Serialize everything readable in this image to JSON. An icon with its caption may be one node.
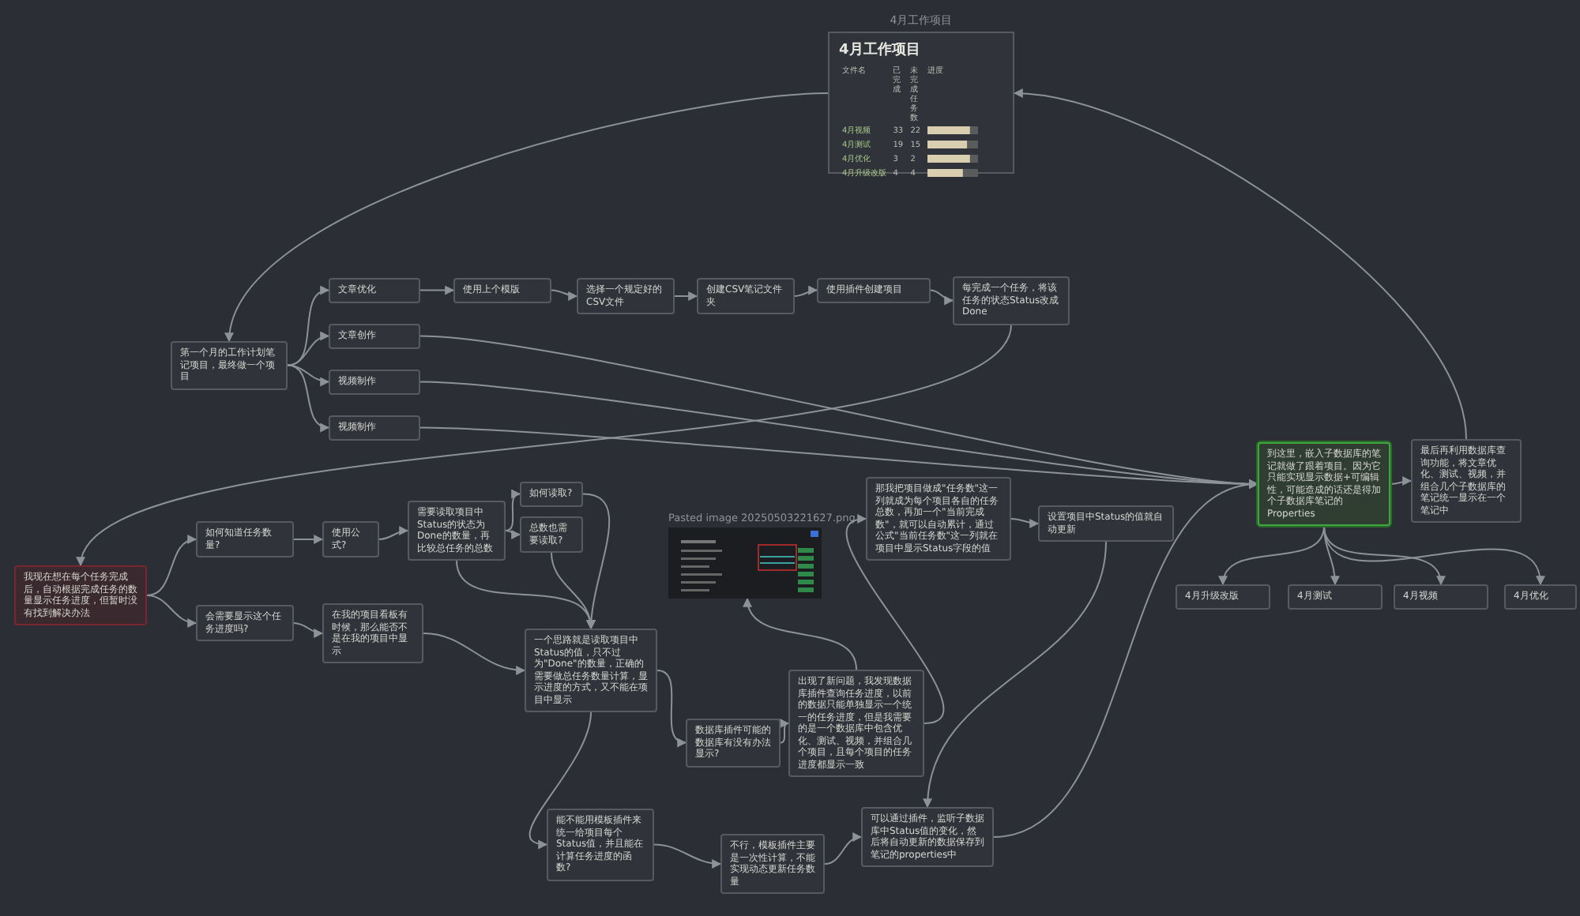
{
  "diagram": {
    "nodes": [
      {
        "text": [
          "4月工作项目",
          "4月工作项目",
          "文件名",
          "已完成",
          "未完成任务数",
          "进度",
          "4月视频",
          "33",
          "22",
          "4月测试",
          "19",
          "15",
          "4月优化",
          "3",
          "2",
          "4月升级改版",
          "4",
          "4"
        ]
      },
      {
        "text": [
          "第一个月的工作计划笔记项目，最终做一个项目"
        ]
      },
      {
        "text": [
          "文章优化"
        ]
      },
      {
        "text": [
          "使用上个模版"
        ]
      },
      {
        "text": [
          "选择一个规定好的CSV文件"
        ]
      },
      {
        "text": [
          "创建CSV笔记文件夹"
        ]
      },
      {
        "text": [
          "使用插件创建项目"
        ]
      },
      {
        "text": [
          "每完成一个任务，将该任务的状态Status改成Done"
        ]
      },
      {
        "text": [
          "文章创作"
        ]
      },
      {
        "text": [
          "视频制作"
        ]
      },
      {
        "text": [
          "视频制作"
        ]
      },
      {
        "text": [
          "到这里，嵌入子数据库的笔记就做了跟着项目。因为它只能实现显示数据+可编辑性，可能造成的话还是得加个子数据库笔记的Properties"
        ]
      },
      {
        "text": [
          "最后再利用数据库查询功能，将文章优化、测试、视频，并组合几个子数据库的笔记统一显示在一个笔记中"
        ]
      },
      {
        "text": [
          "4月升级改版"
        ]
      },
      {
        "text": [
          "4月测试"
        ]
      },
      {
        "text": [
          "4月视频"
        ]
      },
      {
        "text": [
          "4月优化"
        ]
      },
      {
        "text": [
          "我现在想在每个任务完成后，自动根据完成任务的数量显示任务进度，但暂时没有找到解决办法"
        ]
      },
      {
        "text": [
          "如何知道任务数量?"
        ]
      },
      {
        "text": [
          "使用公式?"
        ]
      },
      {
        "text": [
          "需要读取项目中Status的状态为Done的数量，再比较总任务的总数"
        ]
      },
      {
        "text": [
          "如何读取?"
        ]
      },
      {
        "text": [
          "总数也需要读取?"
        ]
      },
      {
        "text": [
          "会需要显示这个任务进度吗?"
        ]
      },
      {
        "text": [
          "在我的项目看板有时候，那么能否不是在我的项目中显示"
        ]
      },
      {
        "text": [
          "一个思路就是读取项目中Status的值，只不过为\"Done\"的数量，正确的需要做总任务数量计算，显示进度的方式，又不能在项目中显示"
        ]
      },
      {
        "text": [
          "Pasted image 20250503221627.png"
        ]
      },
      {
        "text": [
          "数据库插件可能的数据库有没有办法显示?"
        ]
      },
      {
        "text": [
          "出现了新问题，我发现数据库插件查询任务进度，以前的数据只能单独显示一个统一的任务进度，但是我需要的是一个数据库中包含优化、测试、视频，并组合几个项目，且每个项目的任务进度都显示一致"
        ]
      },
      {
        "text": [
          "那我把项目做成\"任务数\"这一列就成为每个项目各自的任务总数，再加一个\"当前完成数\"，就可以自动累计，通过公式\"当前任务数\"这一列就在项目中显示Status字段的值"
        ]
      },
      {
        "text": [
          "设置项目中Status的值就自动更新"
        ]
      },
      {
        "text": [
          "能不能用模板插件来统一给项目每个Status值，并且能在计算任务进度的函数?"
        ]
      },
      {
        "text": [
          "不行，模板插件主要是一次性计算，不能实现动态更新任务数量"
        ]
      },
      {
        "text": [
          "可以通过插件，监听子数据库中Status值的变化，然后将自动更新的数据保存到笔记的properties中"
        ]
      }
    ],
    "edges": [
      {
        "from": 0,
        "to": 1,
        "arrow": "to"
      },
      {
        "from": 1,
        "to": 2,
        "arrow": "to"
      },
      {
        "from": 1,
        "to": 8,
        "arrow": "to"
      },
      {
        "from": 1,
        "to": 9,
        "arrow": "to"
      },
      {
        "from": 1,
        "to": 10,
        "arrow": "to"
      },
      {
        "from": 2,
        "to": 3,
        "arrow": "to"
      },
      {
        "from": 3,
        "to": 4,
        "arrow": "to"
      },
      {
        "from": 4,
        "to": 5,
        "arrow": "to"
      },
      {
        "from": 5,
        "to": 6,
        "arrow": "to"
      },
      {
        "from": 6,
        "to": 7,
        "arrow": "to"
      },
      {
        "from": 7,
        "to": 17,
        "arrow": "to"
      },
      {
        "from": 8,
        "to": 11,
        "arrow": "to"
      },
      {
        "from": 9,
        "to": 11,
        "arrow": "to"
      },
      {
        "from": 10,
        "to": 11,
        "arrow": "to"
      },
      {
        "from": 11,
        "to": 12,
        "arrow": "to"
      },
      {
        "from": 12,
        "to": 0,
        "arrow": "to"
      },
      {
        "from": 11,
        "to": 13,
        "arrow": "to"
      },
      {
        "from": 11,
        "to": 14,
        "arrow": "to"
      },
      {
        "from": 11,
        "to": 15,
        "arrow": "to"
      },
      {
        "from": 11,
        "to": 16,
        "arrow": "to"
      },
      {
        "from": 17,
        "to": 18,
        "arrow": "to"
      },
      {
        "from": 17,
        "to": 23,
        "arrow": "to"
      },
      {
        "from": 18,
        "to": 19,
        "arrow": "to"
      },
      {
        "from": 19,
        "to": 20,
        "arrow": "to"
      },
      {
        "from": 20,
        "to": 21,
        "arrow": "to"
      },
      {
        "from": 20,
        "to": 22,
        "arrow": "to"
      },
      {
        "from": 20,
        "to": 25,
        "arrow": "to"
      },
      {
        "from": 21,
        "to": 25,
        "arrow": "to"
      },
      {
        "from": 22,
        "to": 25,
        "arrow": "to"
      },
      {
        "from": 23,
        "to": 24,
        "arrow": "to"
      },
      {
        "from": 24,
        "to": 25,
        "arrow": "to"
      },
      {
        "from": 25,
        "to": 27,
        "arrow": "to"
      },
      {
        "from": 25,
        "to": 31,
        "arrow": "to"
      },
      {
        "from": 27,
        "to": 28,
        "arrow": "to"
      },
      {
        "from": 28,
        "to": 26,
        "arrow": "to"
      },
      {
        "from": 28,
        "to": 29,
        "arrow": "to"
      },
      {
        "from": 29,
        "to": 30,
        "arrow": "to"
      },
      {
        "from": 30,
        "to": 33,
        "arrow": "to"
      },
      {
        "from": 31,
        "to": 32,
        "arrow": "to"
      },
      {
        "from": 32,
        "to": 33,
        "arrow": "to"
      },
      {
        "from": 33,
        "to": 11,
        "arrow": "to"
      }
    ]
  }
}
